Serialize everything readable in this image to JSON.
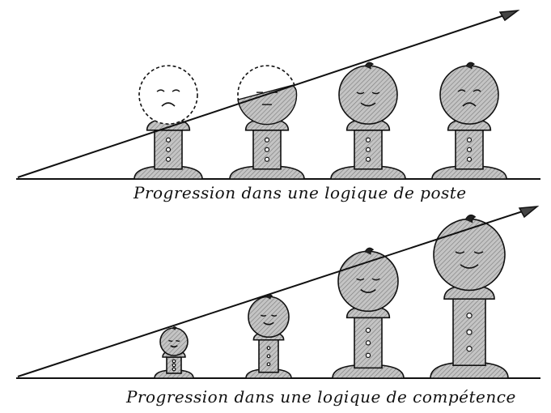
{
  "panels": [
    {
      "caption": "Progression dans une logique de poste",
      "figures": [
        {
          "stage": 1,
          "expression": "sad",
          "head_style": "dashed-outline"
        },
        {
          "stage": 2,
          "expression": "neutral",
          "head_style": "half-dashed"
        },
        {
          "stage": 3,
          "expression": "happy",
          "head_style": "shaded"
        },
        {
          "stage": 4,
          "expression": "sad",
          "head_style": "shaded"
        }
      ]
    },
    {
      "caption": "Progression dans une logique de compétence",
      "figures": [
        {
          "stage": 1,
          "expression": "happy",
          "head_style": "shaded"
        },
        {
          "stage": 2,
          "expression": "happy",
          "head_style": "shaded"
        },
        {
          "stage": 3,
          "expression": "happy",
          "head_style": "shaded"
        },
        {
          "stage": 4,
          "expression": "happy",
          "head_style": "shaded"
        }
      ]
    }
  ],
  "colors": {
    "ink": "#111111",
    "shading": "#b8b8b8",
    "background": "#ffffff"
  }
}
